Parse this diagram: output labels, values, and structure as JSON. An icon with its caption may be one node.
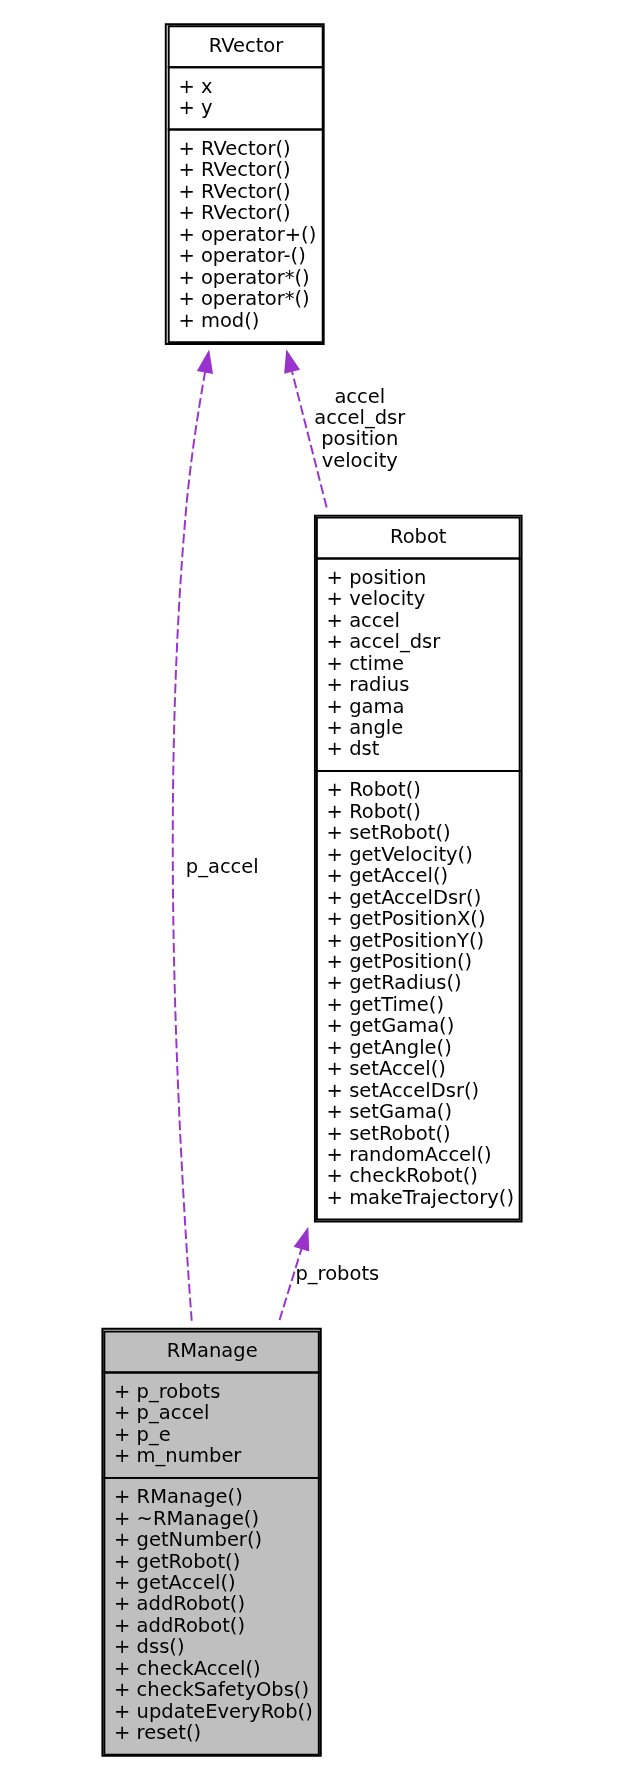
{
  "diagram": {
    "nodes": [
      {
        "text": [
          "RVector",
          "+ x + y",
          "+ RVector() + RVector() + RVector() + RVector() + operator+() + operator-() + operator*() + operator*() + mod()"
        ]
      },
      {
        "text": [
          "Robot",
          "+ position + velocity + accel + accel_dsr + ctime + radius + gama + angle + dst",
          "+ Robot() + Robot() + setRobot() + getVelocity() + getAccel() + getAccelDsr() + getPositionX() + getPositionY() + getPosition() + getRadius() + getTime() + getGama() + getAngle() + setAccel() + setAccelDsr() + setGama() + setRobot() + randomAccel() + checkRobot() + makeTrajectory()"
        ]
      },
      {
        "text": [
          "RManage",
          "+ p_robots + p_accel + p_e + m_number",
          "+ RManage() + ~RManage() + getNumber() + getRobot() + getAccel() + addRobot() + addRobot() + dss() + checkAccel() + checkSafetyObs() + updateEveryRob() + reset()"
        ]
      }
    ],
    "edges": [
      {
        "from": 1,
        "to": 0,
        "arrow": "to",
        "label": "accel accel_dsr position velocity",
        "style": "dashed"
      },
      {
        "from": 2,
        "to": 0,
        "arrow": "to",
        "label": "p_accel",
        "style": "dashed"
      },
      {
        "from": 2,
        "to": 1,
        "arrow": "to",
        "label": "p_robots",
        "style": "dashed"
      }
    ]
  }
}
